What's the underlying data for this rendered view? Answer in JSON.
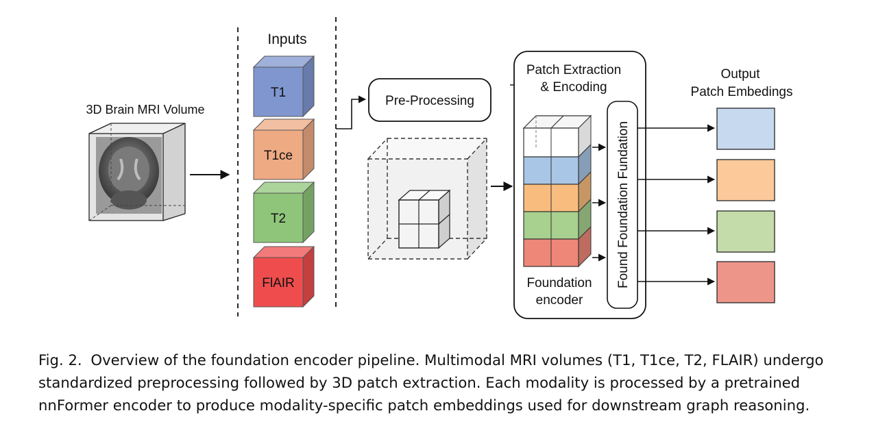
{
  "diagram": {
    "input_volume_label": "3D Brain MRI Volume",
    "inputs_heading": "Inputs",
    "modalities": [
      {
        "label": "T1",
        "color": "#7f96cf"
      },
      {
        "label": "T1ce",
        "color": "#eeaa83"
      },
      {
        "label": "T2",
        "color": "#8fc57a"
      },
      {
        "label": "FlAIR",
        "color": "#ef4d4d"
      }
    ],
    "preprocessing_label": "Pre-Processing",
    "patch_extraction_label_line1": "Patch Extraction",
    "patch_extraction_label_line2": "& Encoding",
    "foundation_encoder_line1": "Foundation",
    "foundation_encoder_line2": "encoder",
    "vertical_label": "Found Foundation Fundation",
    "output_heading_line1": "Output",
    "output_heading_line2": "Patch Embedings",
    "output_embeddings": [
      {
        "color": "#c6d9ee"
      },
      {
        "color": "#fbc99a"
      },
      {
        "color": "#c4dcaa"
      },
      {
        "color": "#ee958a"
      }
    ]
  },
  "caption": {
    "fig_label": "Fig. 2.",
    "text": "Overview of the foundation encoder pipeline. Multimodal MRI volumes (T1, T1ce, T2, FLAIR) undergo standardized preprocessing followed by 3D patch extraction. Each modality is processed by a pretrained nnFormer encoder to produce modality-specific patch embeddings used for downstream graph reasoning."
  }
}
